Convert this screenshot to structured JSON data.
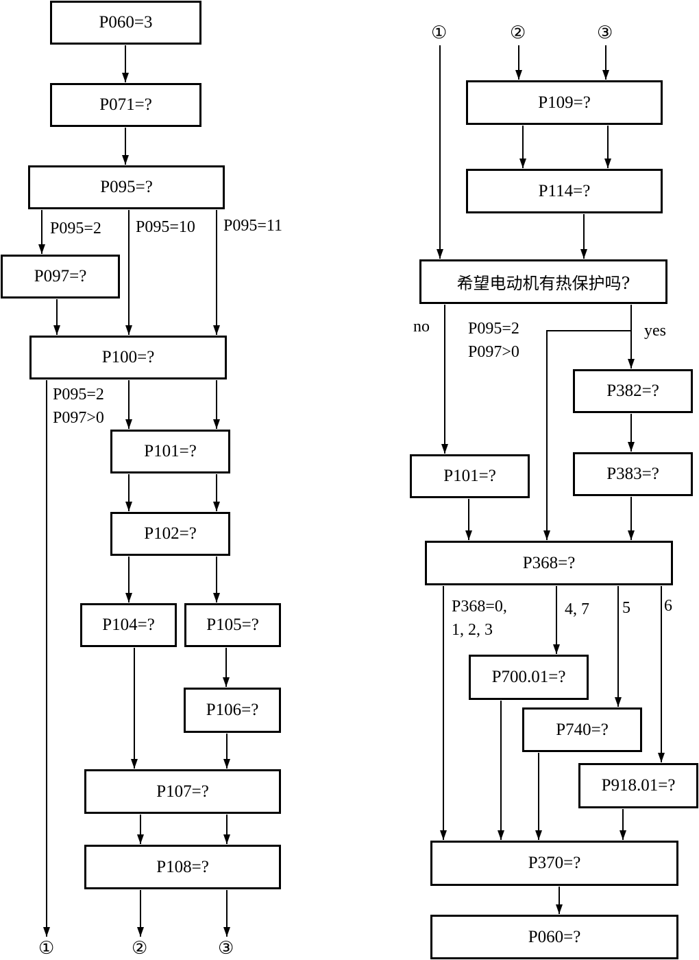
{
  "nodes": {
    "p060_start": "P060=3",
    "p071": "P071=?",
    "p095": "P095=?",
    "p097": "P097=?",
    "p100": "P100=?",
    "p101_left": "P101=?",
    "p102": "P102=?",
    "p104": "P104=?",
    "p105": "P105=?",
    "p106": "P106=?",
    "p107": "P107=?",
    "p108": "P108=?",
    "p109": "P109=?",
    "p114": "P114=?",
    "decision_motor_thermal": "希望电动机有热保护吗?",
    "p382": "P382=?",
    "p383": "P383=?",
    "p101_right": "P101=?",
    "p368": "P368=?",
    "p700": "P700.01=?",
    "p740": "P740=?",
    "p918": "P918.01=?",
    "p370": "P370=?",
    "p060_end": "P060=?"
  },
  "edge_labels": {
    "p095_eq_2": "P095=2",
    "p095_eq_10": "P095=10",
    "p095_eq_11": "P095=11",
    "left_cond_line1": "P095=2",
    "left_cond_line2": "P097>0",
    "no": "no",
    "right_cond_line1": "P095=2",
    "right_cond_line2": "P097>0",
    "yes": "yes",
    "p368_a_line1": "P368=0,",
    "p368_a_line2": "1, 2, 3",
    "p368_b": "4, 7",
    "p368_c": "5",
    "p368_d": "6"
  },
  "connectors": {
    "c1": "①",
    "c2": "②",
    "c3": "③"
  }
}
